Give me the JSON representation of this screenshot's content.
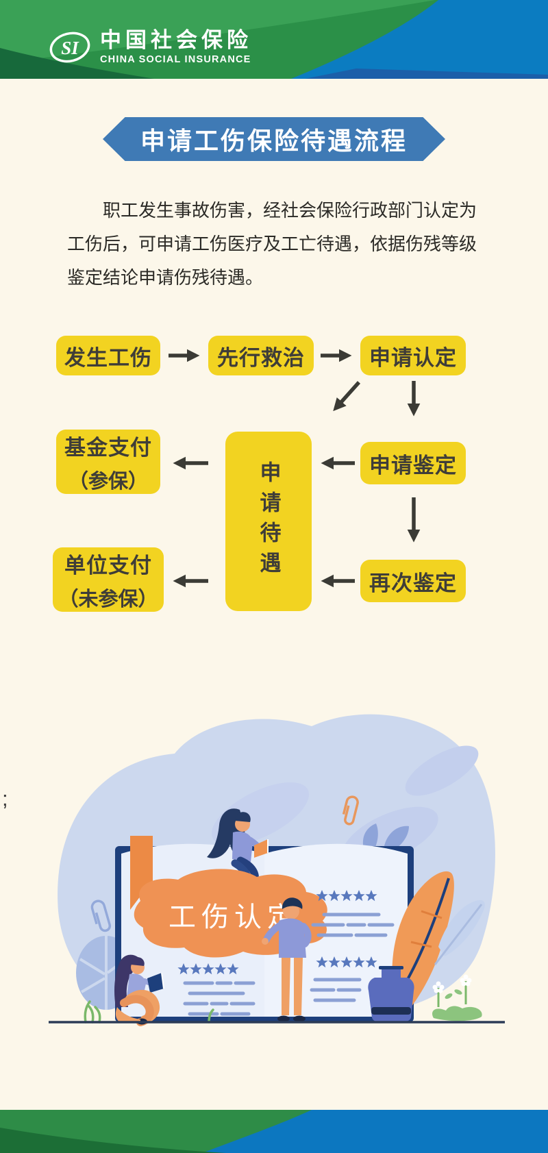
{
  "header": {
    "logo": "SI",
    "brand_cn": "中国社会保险",
    "brand_en": "CHINA SOCIAL INSURANCE"
  },
  "banner": {
    "title": "申请工伤保险待遇流程"
  },
  "intro": {
    "lines": [
      "职工发生事故伤害，经社会保险行政部门认定为",
      "工伤后，可申请工伤医疗及工亡待遇，依据伤残等级",
      "鉴定结论申请伤残待遇。"
    ]
  },
  "flowchart": {
    "nodes": {
      "occur": "发生工伤",
      "first_aid": "先行救治",
      "apply_recognition": "申请认定",
      "apply_appraisal": "申请鉴定",
      "second_appraisal": "再次鉴定",
      "apply_benefits": "申请待遇",
      "fund_pay_line1": "基金支付",
      "fund_pay_line2": "（参保）",
      "employer_pay_line1": "单位支付",
      "employer_pay_line2": "（未参保）"
    }
  },
  "stray_text": ";",
  "illustration": {
    "stamp": "工伤认定"
  },
  "colors": {
    "header_green": "#2b9048",
    "header_blue": "#0b7cc1",
    "footer_green": "#2e8c47",
    "banner_blue": "#3f7ab5",
    "node_yellow": "#f2d321",
    "arrow_dark": "#3b3b35",
    "body_cream": "#fcf7ea",
    "stamp_orange": "#ef9254",
    "illus_blue": "#ccd8ee",
    "star_blue": "#5878bd"
  }
}
